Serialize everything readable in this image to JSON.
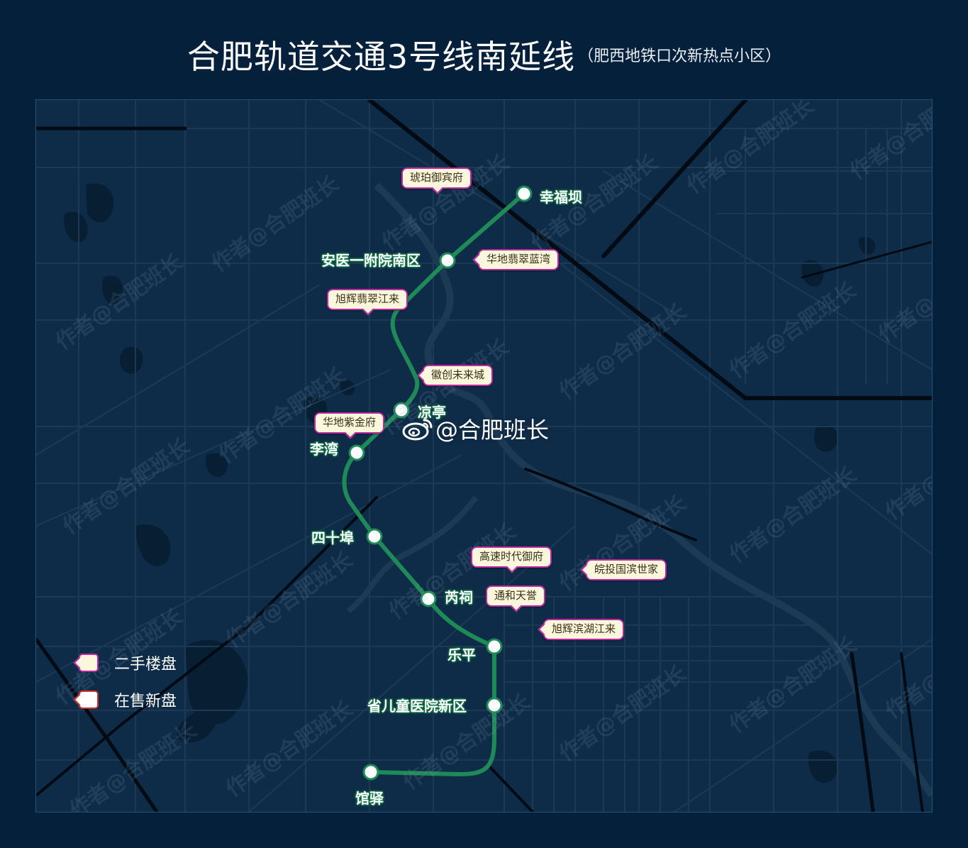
{
  "title": {
    "main": "合肥轨道交通3号线南延线",
    "sub": "（肥西地铁口次新热点小区）"
  },
  "colors": {
    "background": "#04203a",
    "map": "#0e2c48",
    "roads": "#1d3a55",
    "major_roads": "#020a14",
    "water": "#071e33",
    "metro_line": "#1e8a57",
    "used_callout_border": "#c028a0",
    "new_callout_border": "#d0302a",
    "callout_fill": "#fbf7dc"
  },
  "metro_line": {
    "stations": [
      {
        "name": "幸福坝"
      },
      {
        "name": "安医一附院南区"
      },
      {
        "name": "凉亭"
      },
      {
        "name": "李湾"
      },
      {
        "name": "四十埠"
      },
      {
        "name": "芮祠"
      },
      {
        "name": "乐平"
      },
      {
        "name": "省儿童医院新区"
      },
      {
        "name": "馆驿"
      }
    ]
  },
  "properties": [
    {
      "name": "琥珀御宾府",
      "type": "二手楼盘"
    },
    {
      "name": "华地翡翠蓝湾",
      "type": "二手楼盘"
    },
    {
      "name": "旭辉翡翠江来",
      "type": "二手楼盘"
    },
    {
      "name": "徽创未来城",
      "type": "二手楼盘"
    },
    {
      "name": "华地紫金府",
      "type": "二手楼盘"
    },
    {
      "name": "高速时代御府",
      "type": "二手楼盘"
    },
    {
      "name": "皖投国滨世家",
      "type": "二手楼盘"
    },
    {
      "name": "通和天誉",
      "type": "二手楼盘"
    },
    {
      "name": "旭辉滨湖江来",
      "type": "二手楼盘"
    }
  ],
  "legend": {
    "used": "二手楼盘",
    "new": "在售新盘"
  },
  "brand": "@合肥班长",
  "watermark": "作者@合肥班长",
  "icons": {
    "brand": "weibo-icon",
    "station": "station-dot-icon"
  }
}
